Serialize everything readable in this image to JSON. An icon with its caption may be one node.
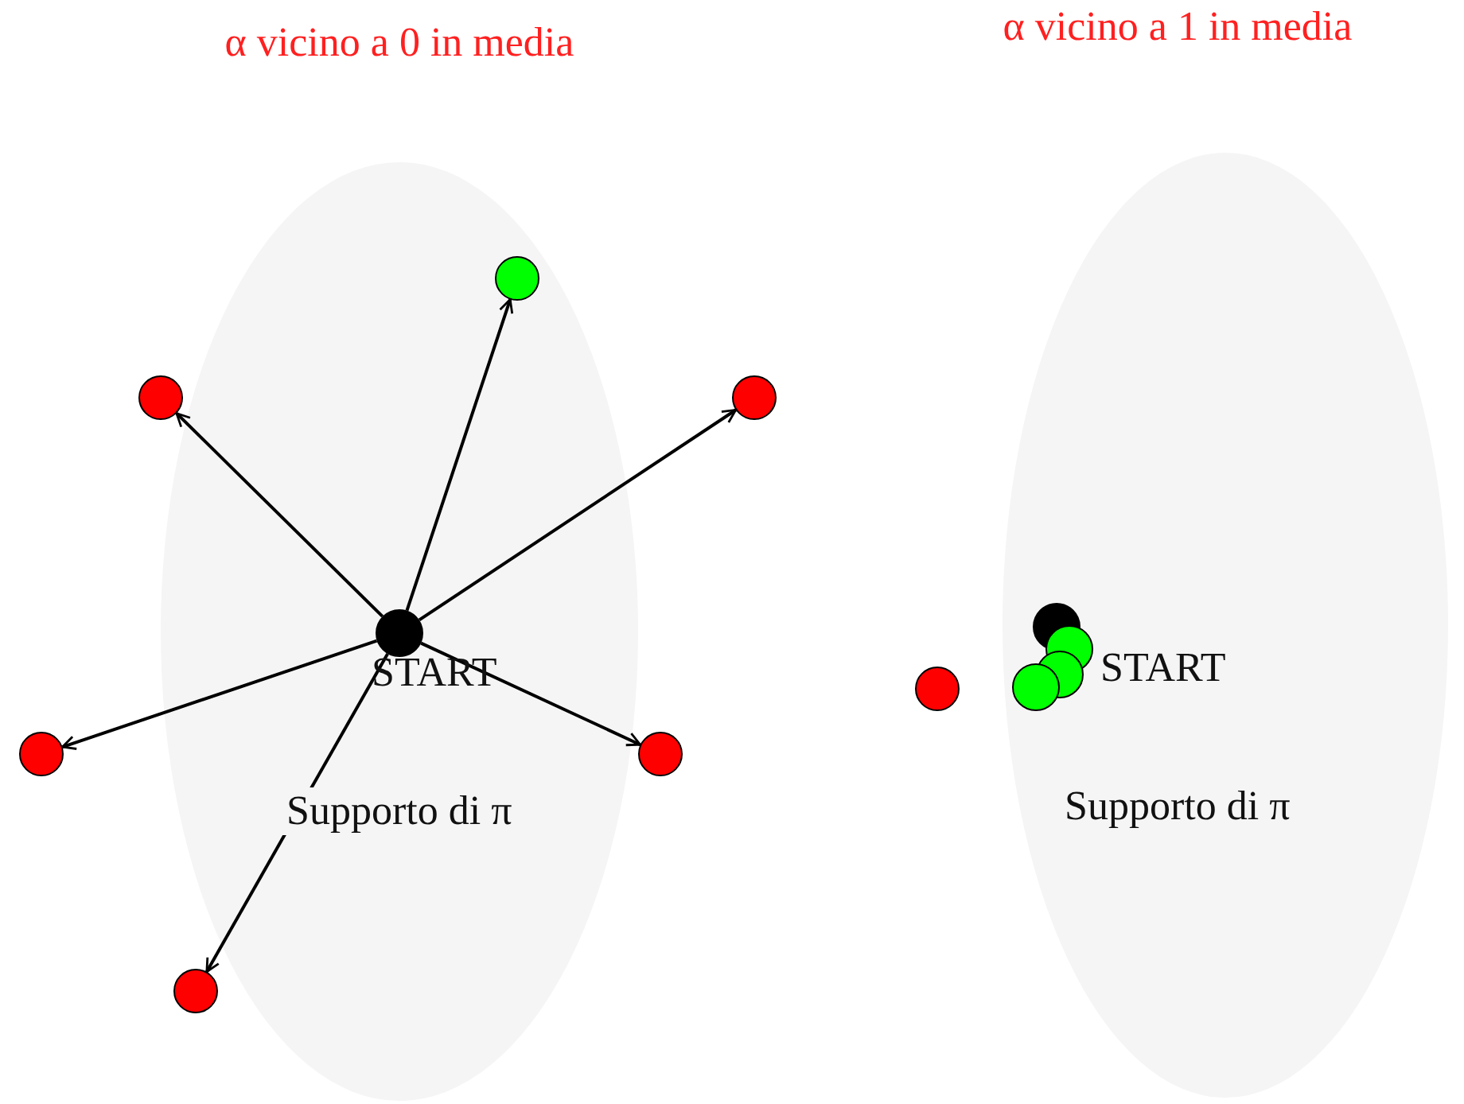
{
  "diagram": {
    "nodes": [
      {
        "text": [
          "Supporto di π"
        ]
      },
      {
        "text": [
          "START"
        ],
        "in": 0
      },
      {
        "text": [],
        "shape": "circle",
        "in": 0
      },
      {
        "text": [],
        "shape": "circle"
      },
      {
        "text": [],
        "shape": "circle"
      },
      {
        "text": [],
        "shape": "circle"
      },
      {
        "text": [],
        "shape": "circle"
      },
      {
        "text": [],
        "shape": "circle",
        "in": 0
      },
      {
        "text": [
          "Supporto di π"
        ]
      },
      {
        "text": [
          "START"
        ],
        "in": 8
      },
      {
        "text": [],
        "shape": "circle",
        "in": 8
      },
      {
        "text": [],
        "shape": "circle",
        "in": 8
      },
      {
        "text": [],
        "shape": "circle",
        "in": 8
      },
      {
        "text": [],
        "shape": "circle"
      }
    ],
    "edges": [
      {
        "from": 1,
        "to": 2,
        "arrow": "to"
      },
      {
        "from": 1,
        "to": 3,
        "arrow": "to"
      },
      {
        "from": 1,
        "to": 4,
        "arrow": "to"
      },
      {
        "from": 1,
        "to": 5,
        "arrow": "to"
      },
      {
        "from": 1,
        "to": 6,
        "arrow": "to"
      },
      {
        "from": 1,
        "to": 7,
        "arrow": "to"
      }
    ],
    "labels": [
      "α vicino a 0 in media",
      "α vicino a 1 in media"
    ]
  }
}
